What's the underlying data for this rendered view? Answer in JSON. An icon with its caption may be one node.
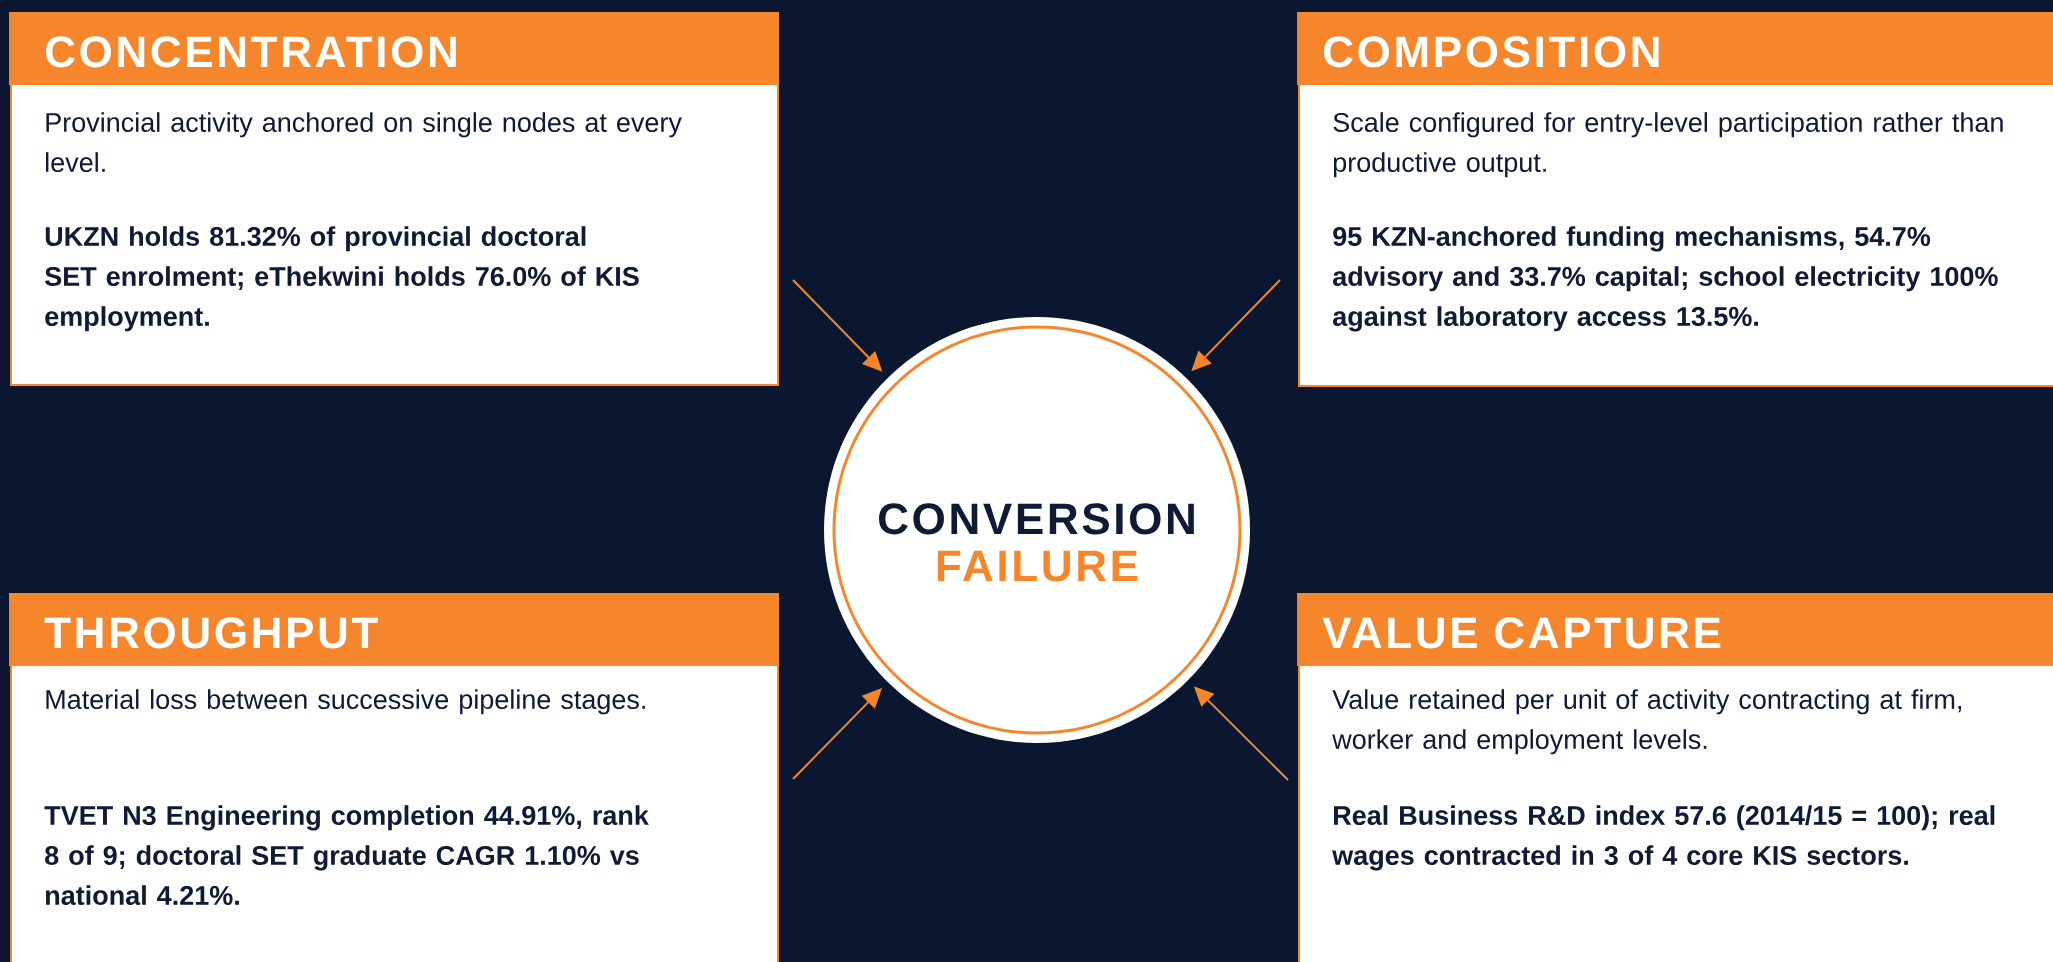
{
  "diagram": {
    "nodes": [
      {
        "text": [
          "CONCENTRATION",
          "Provincial activity anchored on single nodes at every level.",
          "UKZN holds 81.32% of provincial doctoral SET enrolment; eThekwini holds 76.0% of KIS employment."
        ]
      },
      {
        "text": [
          "COMPOSITION",
          "Scale configured for entry-level participation rather than productive output.",
          "95 KZN-anchored funding mechanisms, 54.7% advisory and 33.7% capital; school electricity 100% against laboratory access 13.5%."
        ]
      },
      {
        "text": [
          "CONVERSION",
          "FAILURE"
        ]
      },
      {
        "text": [
          "THROUGHPUT",
          "Material loss between successive pipeline stages.",
          "TVET N3 Engineering completion 44.91%, rank 8 of 9; doctoral SET graduate CAGR 1.10% vs national 4.21%."
        ]
      },
      {
        "text": [
          "VALUE CAPTURE",
          "Value retained per unit of activity contracting at firm, worker and employment levels.",
          "Real Business R&D index 57.6 (2014/15 = 100); real wages contracted in 3 of 4 core KIS sectors."
        ]
      }
    ],
    "edges": [
      {
        "from": 0,
        "to": 2,
        "arrow": "to"
      },
      {
        "from": 1,
        "to": 2,
        "arrow": "to"
      },
      {
        "from": 3,
        "to": 2,
        "arrow": "to"
      },
      {
        "from": 4,
        "to": 2,
        "arrow": "to"
      }
    ]
  }
}
